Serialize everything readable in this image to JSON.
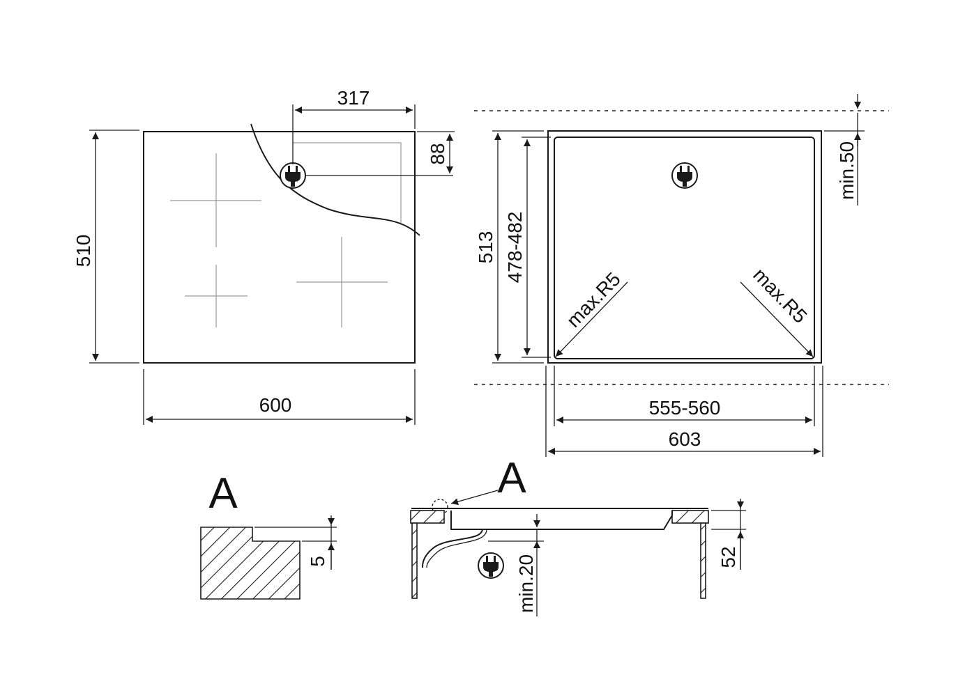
{
  "colors": {
    "line": "#1a1a1a",
    "grey": "#9a9a9a",
    "background": "#ffffff"
  },
  "icons": [
    "plug-icon"
  ],
  "top_view": {
    "width": "600",
    "depth": "510",
    "plug_from_right": "317",
    "plug_from_top": "88"
  },
  "cutout_view": {
    "overall_width": "603",
    "cutout_width": "555-560",
    "overall_depth": "513",
    "cutout_depth": "478-482",
    "radius_left": "max.R5",
    "radius_right": "max.R5",
    "min_rear_clearance": "min.50"
  },
  "detail": {
    "label": "A",
    "step": "5"
  },
  "section_view": {
    "label": "A",
    "min_clearance": "min.20",
    "height": "52"
  }
}
